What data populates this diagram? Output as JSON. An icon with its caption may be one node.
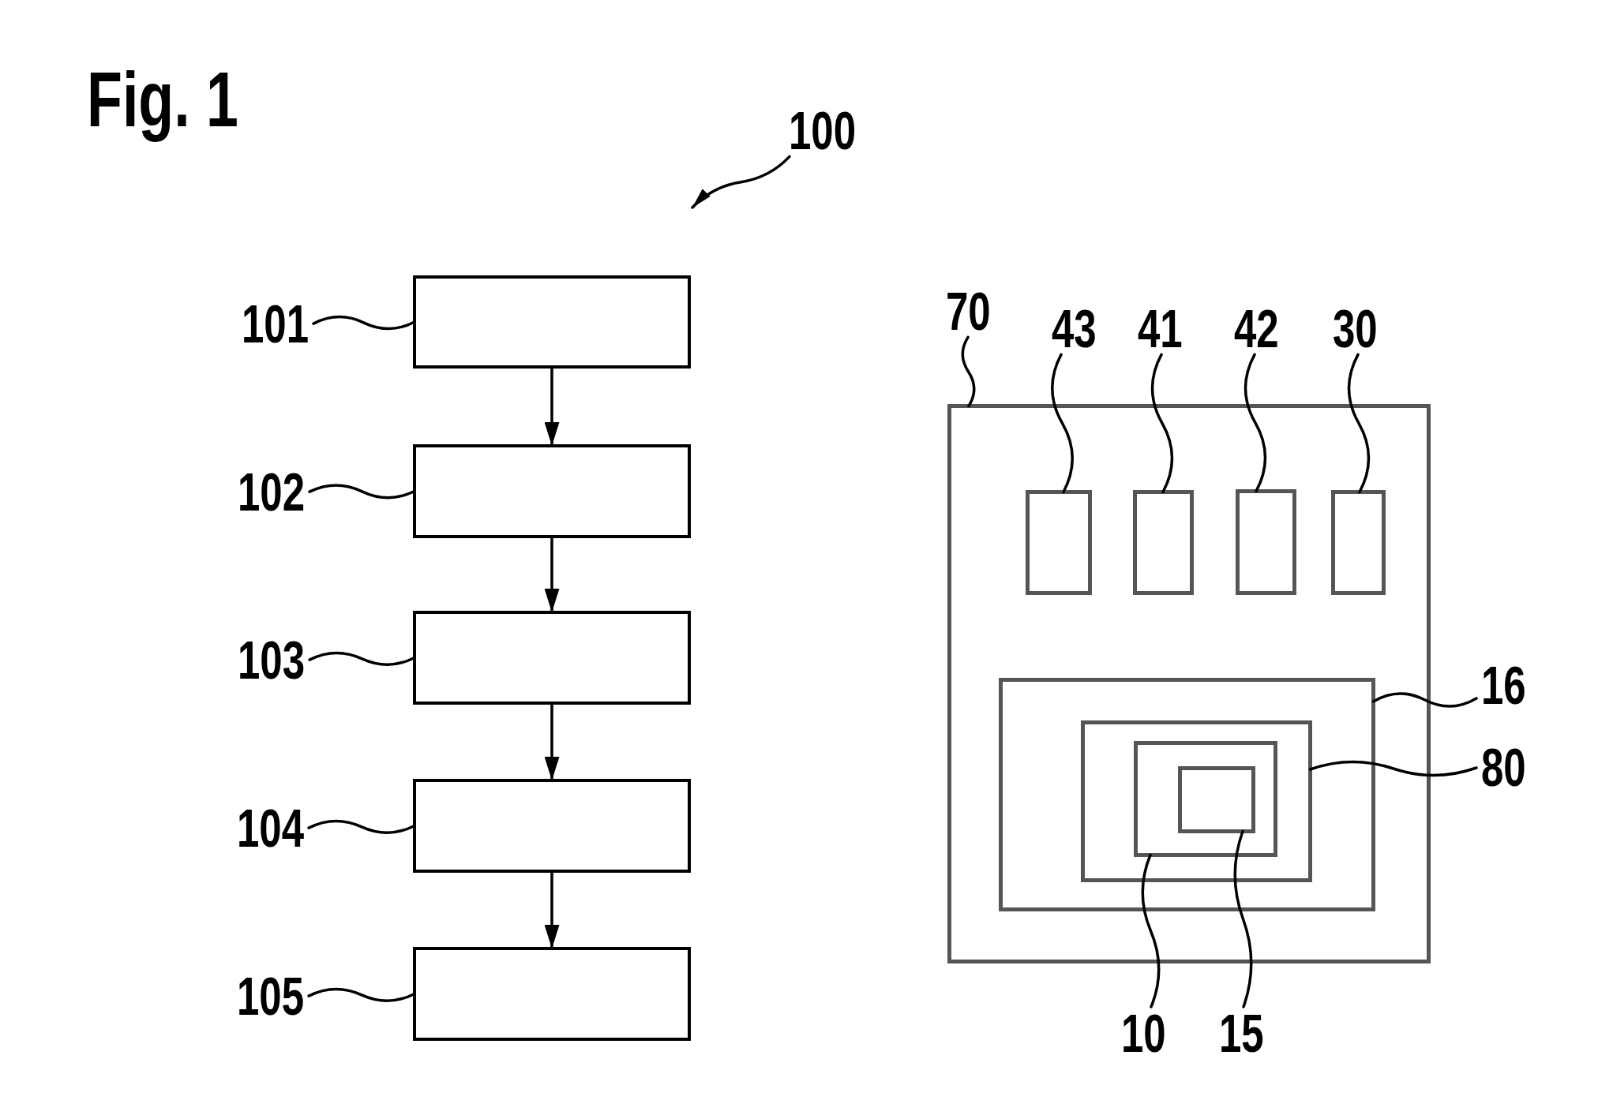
{
  "diagram": {
    "title": "Fig. 1",
    "nodes": [
      {
        "text": [
          "100"
        ]
      },
      {
        "text": [
          "101"
        ]
      },
      {
        "text": [],
        "shape": "box"
      },
      {
        "text": [
          "102"
        ]
      },
      {
        "text": [],
        "shape": "box"
      },
      {
        "text": [
          "103"
        ]
      },
      {
        "text": [],
        "shape": "box"
      },
      {
        "text": [
          "104"
        ]
      },
      {
        "text": [],
        "shape": "box"
      },
      {
        "text": [
          "105"
        ]
      },
      {
        "text": [],
        "shape": "box"
      },
      {
        "text": [
          "70"
        ]
      },
      {
        "text": [],
        "shape": "box"
      },
      {
        "text": [
          "43"
        ]
      },
      {
        "text": [
          "41"
        ]
      },
      {
        "text": [
          "42"
        ]
      },
      {
        "text": [
          "30"
        ]
      },
      {
        "text": [],
        "shape": "box",
        "in": 12
      },
      {
        "text": [],
        "shape": "box",
        "in": 12
      },
      {
        "text": [],
        "shape": "box",
        "in": 12
      },
      {
        "text": [],
        "shape": "box",
        "in": 12
      },
      {
        "text": [
          "16"
        ]
      },
      {
        "text": [],
        "shape": "box",
        "in": 12
      },
      {
        "text": [
          "80"
        ]
      },
      {
        "text": [],
        "shape": "box",
        "in": 22
      },
      {
        "text": [],
        "shape": "box",
        "in": 24
      },
      {
        "text": [],
        "shape": "box",
        "in": 25
      },
      {
        "text": [
          "10"
        ]
      },
      {
        "text": [
          "15"
        ]
      }
    ],
    "edges": [
      {
        "from": 0,
        "to": null,
        "arrow": "to"
      },
      {
        "from": 1,
        "to": 2,
        "arrow": "none"
      },
      {
        "from": 3,
        "to": 4,
        "arrow": "none"
      },
      {
        "from": 5,
        "to": 6,
        "arrow": "none"
      },
      {
        "from": 7,
        "to": 8,
        "arrow": "none"
      },
      {
        "from": 9,
        "to": 10,
        "arrow": "none"
      },
      {
        "from": 2,
        "to": 4,
        "arrow": "to"
      },
      {
        "from": 4,
        "to": 6,
        "arrow": "to"
      },
      {
        "from": 6,
        "to": 8,
        "arrow": "to"
      },
      {
        "from": 8,
        "to": 10,
        "arrow": "to"
      },
      {
        "from": 11,
        "to": 12,
        "arrow": "none"
      },
      {
        "from": 13,
        "to": 17,
        "arrow": "none"
      },
      {
        "from": 14,
        "to": 18,
        "arrow": "none"
      },
      {
        "from": 15,
        "to": 19,
        "arrow": "none"
      },
      {
        "from": 16,
        "to": 20,
        "arrow": "none"
      },
      {
        "from": 21,
        "to": 22,
        "arrow": "none"
      },
      {
        "from": 23,
        "to": 24,
        "arrow": "none"
      },
      {
        "from": 27,
        "to": 25,
        "arrow": "none"
      },
      {
        "from": 28,
        "to": 26,
        "arrow": "none"
      }
    ]
  }
}
